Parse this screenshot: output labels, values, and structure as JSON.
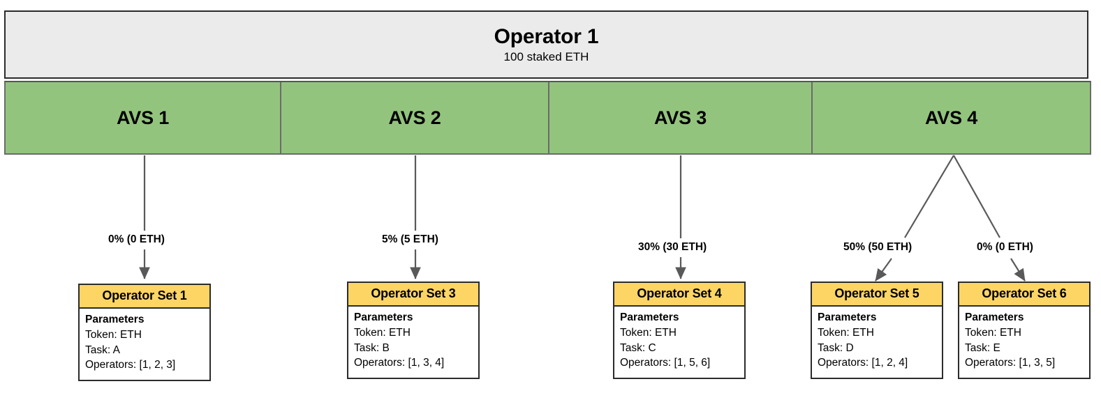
{
  "diagram": {
    "title": "Operator 1 AVS allocation diagram",
    "colors": {
      "operator_bar_fill": "#ebebeb",
      "avs_fill": "#93c47d",
      "operator_set_header_fill": "#fcd565",
      "box_border": "#2b2b2b",
      "edge_stroke": "#595959",
      "background": "#ffffff"
    }
  },
  "operator": {
    "name": "Operator 1",
    "stake": "100 staked ETH"
  },
  "avs": [
    {
      "label": "AVS 1"
    },
    {
      "label": "AVS 2"
    },
    {
      "label": "AVS 3"
    },
    {
      "label": "AVS 4"
    }
  ],
  "edges": [
    {
      "label": "0% (0 ETH)",
      "from": "AVS 1",
      "to": "Operator Set 1"
    },
    {
      "label": "5% (5 ETH)",
      "from": "AVS 2",
      "to": "Operator Set 3"
    },
    {
      "label": "30% (30 ETH)",
      "from": "AVS 3",
      "to": "Operator Set 4"
    },
    {
      "label": "50% (50 ETH)",
      "from": "AVS 4",
      "to": "Operator Set 5"
    },
    {
      "label": "0% (0 ETH)",
      "from": "AVS 4",
      "to": "Operator Set 6"
    }
  ],
  "operator_sets": [
    {
      "title": "Operator Set 1",
      "params_title": "Parameters",
      "token": "Token: ETH",
      "task": "Task: A",
      "operators": "Operators: [1, 2, 3]"
    },
    {
      "title": "Operator Set 3",
      "params_title": "Parameters",
      "token": "Token: ETH",
      "task": "Task: B",
      "operators": "Operators: [1, 3, 4]"
    },
    {
      "title": "Operator Set 4",
      "params_title": "Parameters",
      "token": "Token: ETH",
      "task": "Task: C",
      "operators": "Operators: [1, 5, 6]"
    },
    {
      "title": "Operator Set 5",
      "params_title": "Parameters",
      "token": "Token: ETH",
      "task": "Task: D",
      "operators": "Operators: [1, 2, 4]"
    },
    {
      "title": "Operator Set 6",
      "params_title": "Parameters",
      "token": "Token: ETH",
      "task": "Task: E",
      "operators": "Operators: [1, 3, 5]"
    }
  ]
}
